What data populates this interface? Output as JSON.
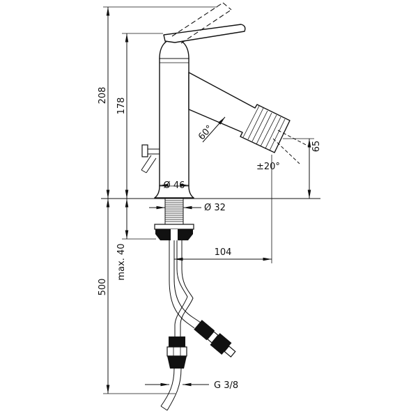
{
  "drawing": {
    "title": "bidet-mixer-technical-drawing",
    "labels": {
      "total_height": "208",
      "body_height": "178",
      "hose_length": "500",
      "max_mounting": "max. 40",
      "body_diameter": "Ø 46",
      "shank_diameter": "Ø 32",
      "reach": "104",
      "spray_angle": "60°",
      "swivel_angle": "±20°",
      "outlet_height": "65",
      "connection": "G 3/8"
    }
  }
}
